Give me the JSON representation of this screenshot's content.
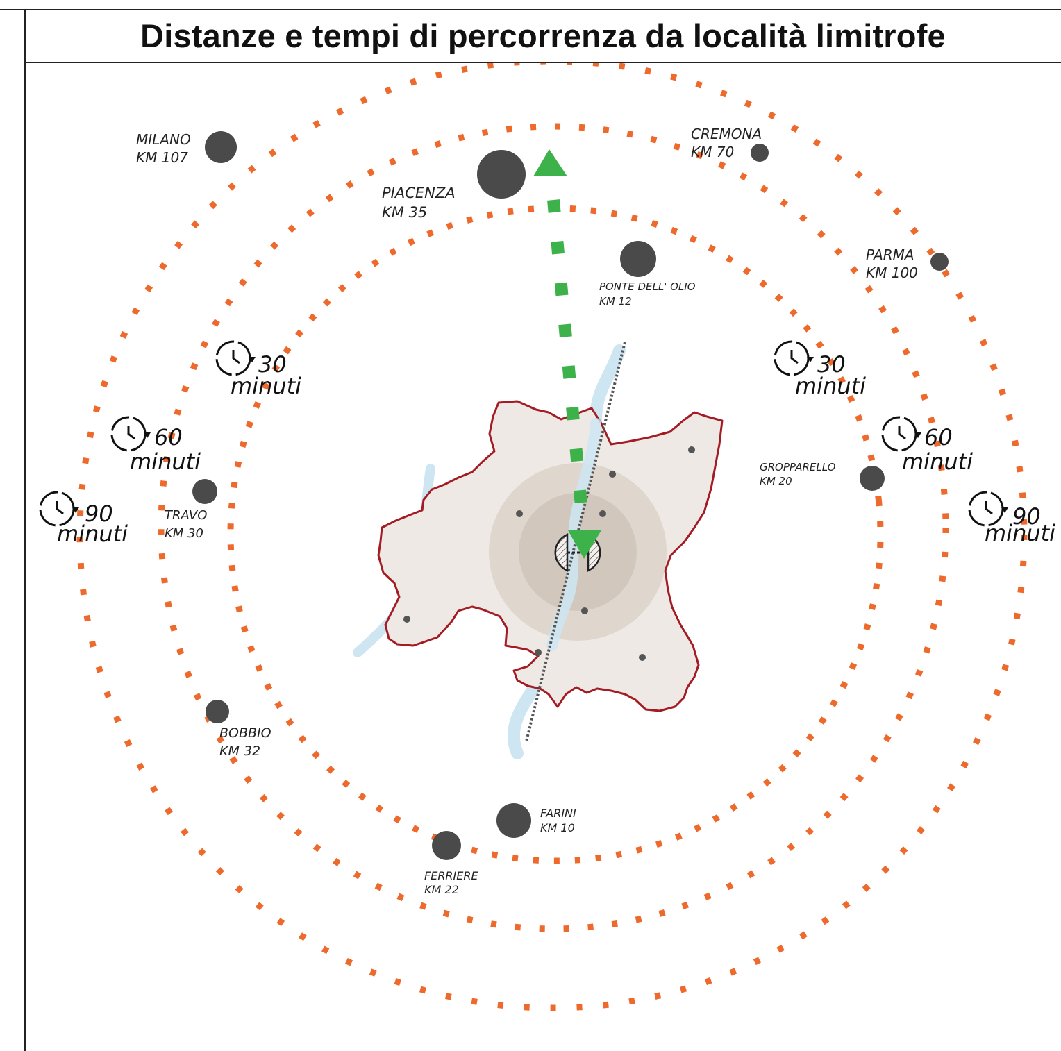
{
  "title": "Distanze e tempi di percorrenza da località limitrofe",
  "colors": {
    "ring": "#ee6a2c",
    "city": "#4a4a4a",
    "route": "#3db24a",
    "border": "#a31c24",
    "territory": "#efe9e6",
    "river": "#cde6f2",
    "halo": "#cbbfb2"
  },
  "cities": [
    {
      "id": "milano",
      "name": "MILANO",
      "km": "KM 107"
    },
    {
      "id": "cremona",
      "name": "CREMONA",
      "km": "KM 70"
    },
    {
      "id": "piacenza",
      "name": "PIACENZA",
      "km": "KM 35"
    },
    {
      "id": "parma",
      "name": "PARMA",
      "km": "KM 100"
    },
    {
      "id": "ponte",
      "name": "PONTE DELL' OLIO",
      "km": "KM 12"
    },
    {
      "id": "gropparello",
      "name": "GROPPARELLO",
      "km": "KM 20"
    },
    {
      "id": "travo",
      "name": "TRAVO",
      "km": "KM 30"
    },
    {
      "id": "bobbio",
      "name": "BOBBIO",
      "km": "KM 32"
    },
    {
      "id": "farini",
      "name": "FARINI",
      "km": "KM 10"
    },
    {
      "id": "ferriere",
      "name": "FERRIERE",
      "km": "KM 22"
    }
  ],
  "time_labels": [
    {
      "id": "left30",
      "value": "30",
      "unit": "minuti"
    },
    {
      "id": "left60",
      "value": "60",
      "unit": "minuti"
    },
    {
      "id": "left90",
      "value": "90",
      "unit": "minuti"
    },
    {
      "id": "right30",
      "value": "30",
      "unit": "minuti"
    },
    {
      "id": "right60",
      "value": "60",
      "unit": "minuti"
    },
    {
      "id": "right90",
      "value": "90",
      "unit": "minuti"
    }
  ],
  "icons": {
    "clock": "clock-icon",
    "route": "route-arrow",
    "railway": "railway-line"
  }
}
